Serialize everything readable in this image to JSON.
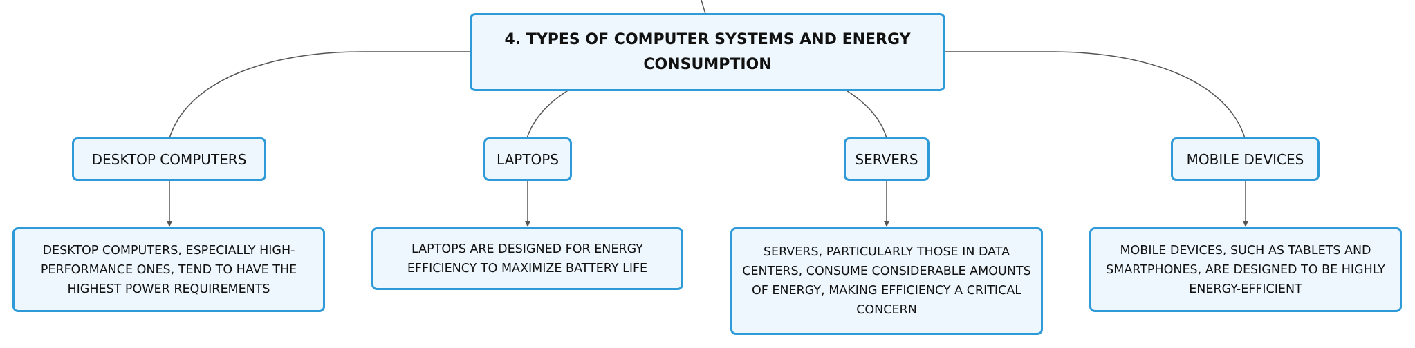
{
  "colors": {
    "node_border": "#2f9ad8",
    "node_fill": "#eef7fd",
    "connector": "#555555",
    "text": "#111111"
  },
  "root": {
    "title": "4. TYPES OF COMPUTER SYSTEMS AND ENERGY CONSUMPTION"
  },
  "categories": [
    {
      "label": "DESKTOP COMPUTERS",
      "detail": "DESKTOP COMPUTERS, ESPECIALLY HIGH-PERFORMANCE ONES, TEND TO HAVE THE HIGHEST POWER REQUIREMENTS"
    },
    {
      "label": "LAPTOPS",
      "detail": "LAPTOPS ARE DESIGNED FOR ENERGY EFFICIENCY TO MAXIMIZE BATTERY LIFE"
    },
    {
      "label": "SERVERS",
      "detail": "SERVERS, PARTICULARLY THOSE IN DATA CENTERS, CONSUME CONSIDERABLE AMOUNTS OF ENERGY, MAKING EFFICIENCY A CRITICAL CONCERN"
    },
    {
      "label": "MOBILE DEVICES",
      "detail": "MOBILE DEVICES, SUCH AS TABLETS AND SMARTPHONES, ARE DESIGNED TO BE HIGHLY ENERGY-EFFICIENT"
    }
  ]
}
